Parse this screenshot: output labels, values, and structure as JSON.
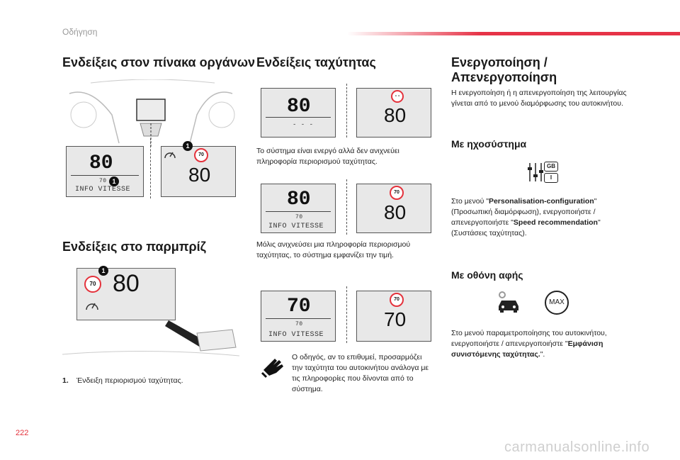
{
  "header": {
    "section": "Οδήγηση"
  },
  "col1": {
    "heading_dashboard": "Ενδείξεις στον πίνακα οργάνων",
    "dash_display": {
      "speed": "80",
      "sign_value": "70",
      "info": "INFO VITESSE",
      "callout": "1"
    },
    "dash_display_right": {
      "speed": "80",
      "sign_value": "70",
      "callout": "1"
    },
    "heading_windscreen": "Ενδείξεις στο παρμπρίζ",
    "hud_display": {
      "speed": "80",
      "sign_value": "70",
      "callout": "1"
    },
    "legend_number": "1.",
    "legend_text": "Ένδειξη περιορισμού ταχύτητας."
  },
  "col2": {
    "heading": "Ενδείξεις ταχύτητας",
    "row1": {
      "left_speed": "80",
      "left_sub": "- - -",
      "right_sign": "- -",
      "right_speed": "80"
    },
    "text1": "Το σύστημα είναι ενεργό αλλά δεν ανιχνεύει πληροφορία περιορισμού ταχύτητας.",
    "row2": {
      "left_speed": "80",
      "left_small": "70",
      "left_info": "INFO VITESSE",
      "right_sign": "70",
      "right_speed": "80"
    },
    "text2": "Μόλις ανιχνεύσει μια πληροφορία περιορισμού ταχύτητας, το σύστημα εμφανίζει την τιμή.",
    "row3": {
      "left_speed": "70",
      "left_small": "70",
      "left_info": "INFO VITESSE",
      "right_sign": "70",
      "right_speed": "70"
    },
    "text3": "Ο οδηγός, αν το επιθυμεί, προσαρμόζει την ταχύτητα του αυτοκινήτου ανάλογα με τις πληροφορίες που δίνονται από το σύστημα."
  },
  "col3": {
    "heading": "Ενεργοποίηση / Απενεργοποίηση",
    "intro": "Η ενεργοποίηση ή η απενεργοποίηση της λειτουργίας γίνεται από το μενού διαμόρφωσης του αυτοκινήτου.",
    "audio_heading": "Με ηχοσύστημα",
    "audio_icon_badge": "GB",
    "audio_icon_badge2": "I",
    "audio_text_1": "Στο μενού \"",
    "audio_text_bold1": "Personalisation-configuration",
    "audio_text_2": "\" (Προσωπική διαμόρφωση), ενεργοποιήστε / απενεργοποιήστε \"",
    "audio_text_bold2": "Speed recommendation",
    "audio_text_3": "\" (Συστάσεις ταχύτητας).",
    "touch_heading": "Με οθόνη αφής",
    "max_label": "MAX",
    "touch_text_1": "Στο μενού παραμετροποίησης του αυτοκινήτου, ενεργοποιήστε / απενεργοποιήστε \"",
    "touch_text_bold": "Εμφάνιση συνιστόμενης ταχύτητας.",
    "touch_text_2": "\"."
  },
  "footer": {
    "page_number": "222",
    "watermark": "carmanualsonline.info"
  }
}
